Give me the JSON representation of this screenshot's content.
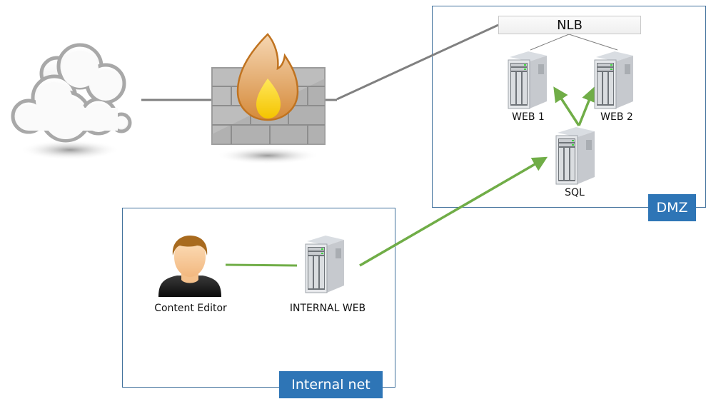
{
  "diagram": {
    "zones": {
      "dmz": {
        "label": "DMZ",
        "color": "#2e75b6"
      },
      "internal": {
        "label": "Internal net",
        "color": "#2e75b6"
      }
    },
    "nodes": {
      "internet": {
        "label": "",
        "icon": "cloud-icon"
      },
      "firewall": {
        "label": "",
        "icon": "firewall-icon"
      },
      "nlb": {
        "label": "NLB"
      },
      "web1": {
        "label": "WEB 1",
        "icon": "server-icon"
      },
      "web2": {
        "label": "WEB 2",
        "icon": "server-icon"
      },
      "sql": {
        "label": "SQL",
        "icon": "server-icon"
      },
      "content_editor": {
        "label": "Content Editor",
        "icon": "user-icon"
      },
      "internal_web": {
        "label": "INTERNAL WEB",
        "icon": "server-icon"
      }
    },
    "connections": [
      {
        "from": "internet",
        "to": "firewall",
        "style": "gray-line"
      },
      {
        "from": "firewall",
        "to": "nlb",
        "style": "gray-line"
      },
      {
        "from": "nlb",
        "to": "web1",
        "style": "thin-gray-line"
      },
      {
        "from": "nlb",
        "to": "web2",
        "style": "thin-gray-line"
      },
      {
        "from": "sql",
        "to": "web1",
        "style": "green-arrow"
      },
      {
        "from": "sql",
        "to": "web2",
        "style": "green-arrow"
      },
      {
        "from": "internal_web",
        "to": "sql",
        "style": "green-arrow"
      },
      {
        "from": "content_editor",
        "to": "internal_web",
        "style": "green-line"
      }
    ],
    "colors": {
      "zone_border": "#41719c",
      "zone_label_bg": "#2e75b6",
      "link_gray": "#808080",
      "link_green": "#70ad47"
    }
  }
}
